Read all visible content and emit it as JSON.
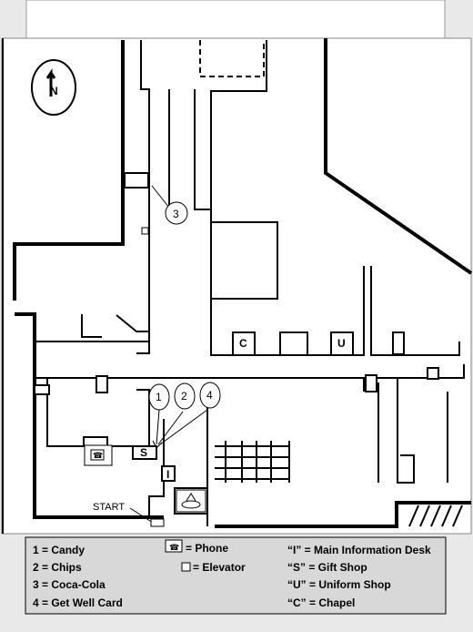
{
  "compass": {
    "letter": "N"
  },
  "start_label": "START",
  "room_letters": {
    "chapel": "C",
    "uniform_shop": "U",
    "gift_shop": "S",
    "info_desk": "I"
  },
  "location_markers": {
    "coca_cola": "3",
    "candy": "1",
    "chips": "2",
    "get_well_card": "4"
  },
  "legend": {
    "items": [
      {
        "key": "candy",
        "text": "1 = Candy"
      },
      {
        "key": "chips",
        "text": "2 = Chips"
      },
      {
        "key": "coca_cola",
        "text": "3 = Coca-Cola"
      },
      {
        "key": "get_well",
        "text": "4 = Get Well Card"
      },
      {
        "key": "phone",
        "text": "= Phone"
      },
      {
        "key": "elevator",
        "text": "= Elevator"
      },
      {
        "key": "info",
        "text": "“I” = Main Information Desk"
      },
      {
        "key": "gift",
        "text": "“S” = Gift Shop"
      },
      {
        "key": "uniform",
        "text": "“U” = Uniform Shop"
      },
      {
        "key": "chapel",
        "text": "“C” = Chapel"
      }
    ]
  },
  "colors": {
    "background": "#e9e9e9",
    "floor": "#ffffff",
    "wall": "#000000",
    "legend_bg": "#d8d8d8"
  }
}
